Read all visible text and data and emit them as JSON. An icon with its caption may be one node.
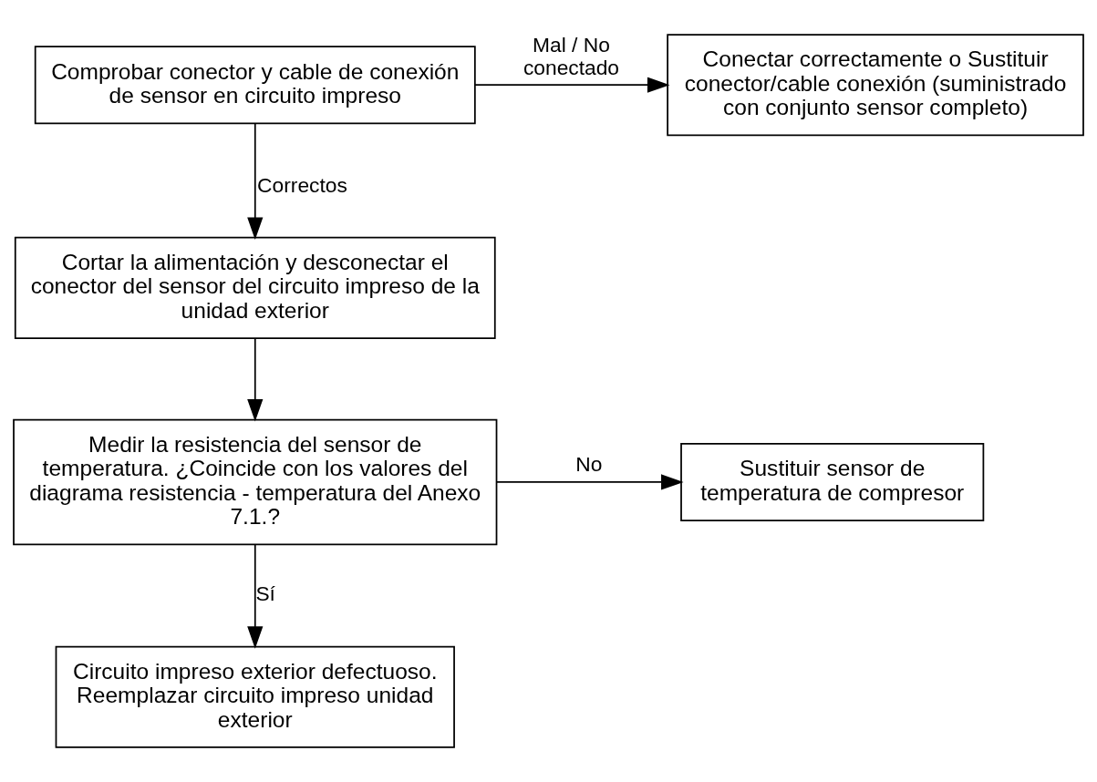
{
  "diagram": {
    "nodes": [
      {
        "text": [
          "Comprobar conector y cable de conexión de sensor en circuito impreso"
        ]
      },
      {
        "text": [
          "Conectar correctamente o Sustituir conector/cable conexión (suministrado con conjunto sensor completo)"
        ]
      },
      {
        "text": [
          "Cortar la alimentación y desconectar el conector del sensor del circuito impreso de la unidad exterior"
        ]
      },
      {
        "text": [
          "Medir la resistencia del sensor de temperatura. ¿Coincide con los valores del diagrama resistencia - temperatura del Anexo 7.1.?"
        ]
      },
      {
        "text": [
          "Sustituir sensor de temperatura de compresor"
        ]
      },
      {
        "text": [
          "Circuito impreso exterior defectuoso. Reemplazar circuito impreso unidad exterior"
        ]
      }
    ],
    "edges": [
      {
        "from": 0,
        "to": 1,
        "arrow": "to",
        "label": "Mal / No conectado"
      },
      {
        "from": 0,
        "to": 2,
        "arrow": "to",
        "label": "Correctos"
      },
      {
        "from": 2,
        "to": 3,
        "arrow": "to"
      },
      {
        "from": 3,
        "to": 4,
        "arrow": "to",
        "label": "No"
      },
      {
        "from": 3,
        "to": 5,
        "arrow": "to",
        "label": "Sí"
      }
    ]
  }
}
